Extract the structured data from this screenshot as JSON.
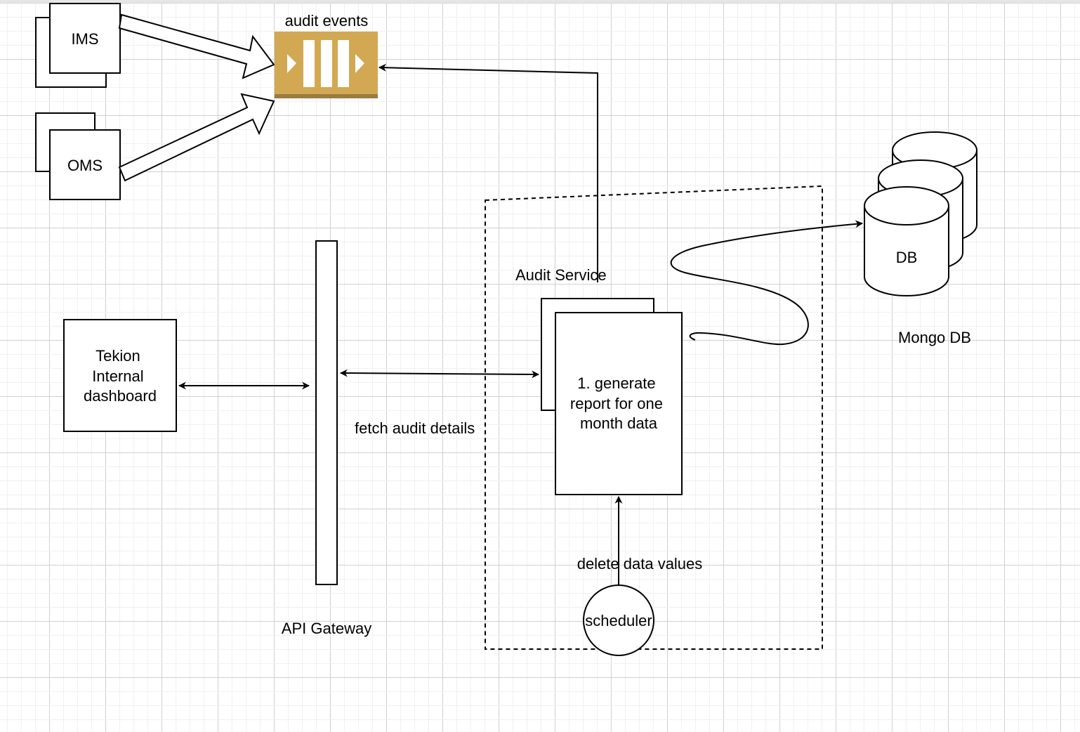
{
  "diagram": {
    "nodes": {
      "ims": {
        "label": "IMS"
      },
      "oms": {
        "label": "OMS"
      },
      "queue": {
        "label": "audit events",
        "icon": "message-queue-icon",
        "color": "#d2a853",
        "shade": "#9c7b40"
      },
      "dashboard": {
        "label_lines": [
          "Tekion",
          "Internal",
          "dashboard"
        ]
      },
      "gateway": {
        "label": "API Gateway"
      },
      "audit_service": {
        "label": "Audit Service"
      },
      "report": {
        "label_lines": [
          "1. generate",
          "report for one",
          "month data"
        ]
      },
      "scheduler": {
        "label": "scheduler"
      },
      "db": {
        "label": "DB",
        "caption": "Mongo DB"
      }
    },
    "edges": {
      "gateway_service": {
        "label": "fetch audit details"
      },
      "scheduler_report": {
        "label": "delete data values"
      }
    }
  }
}
